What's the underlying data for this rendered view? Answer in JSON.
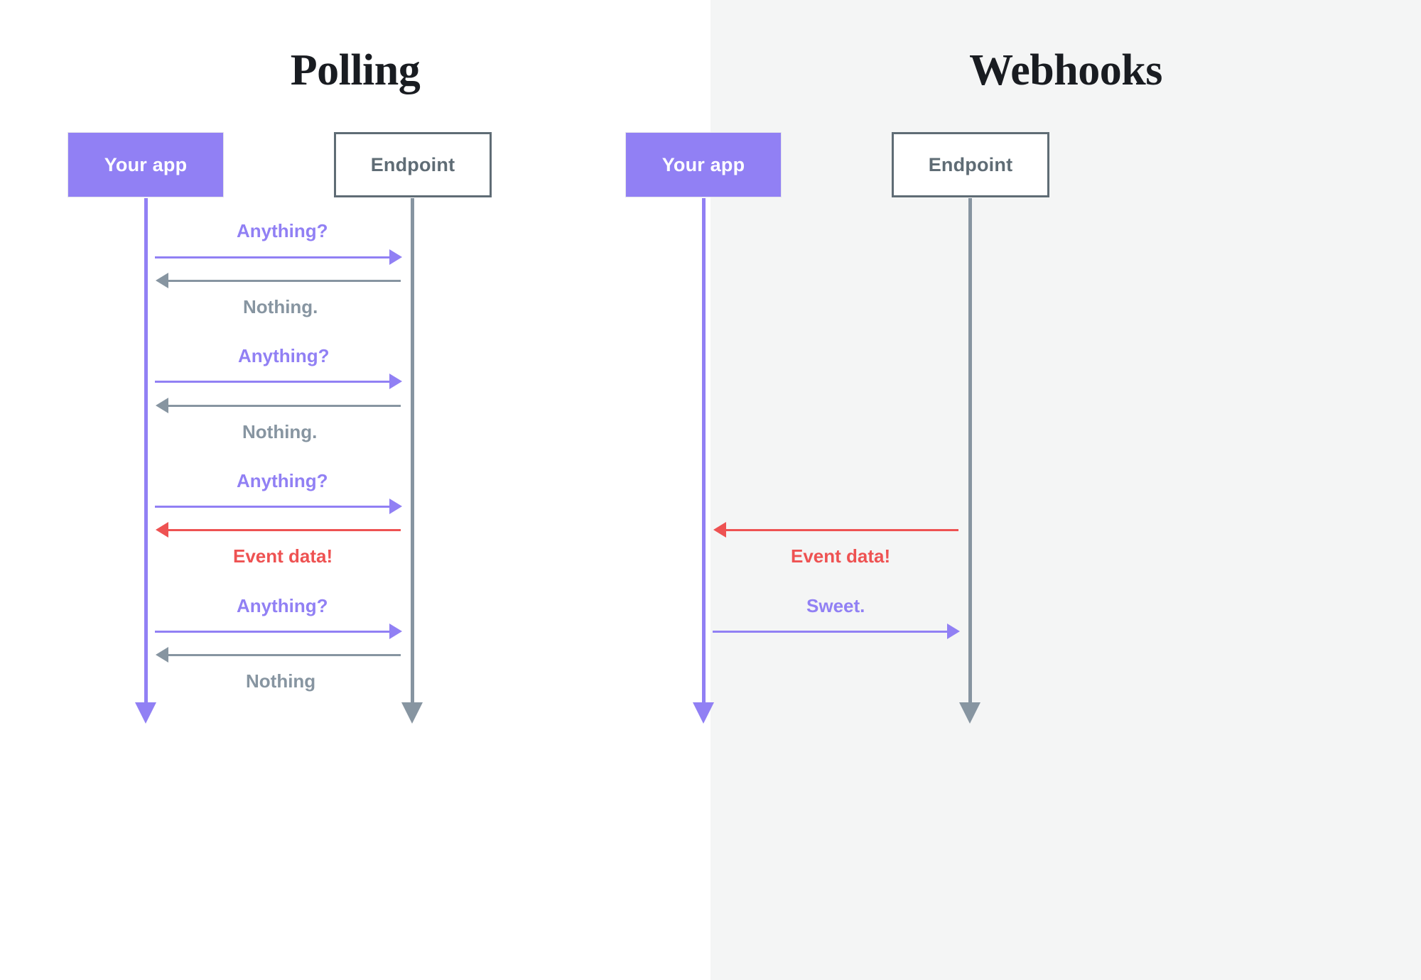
{
  "colors": {
    "purple": "#9180f4",
    "gray": "#8795a1",
    "red": "#ee5252",
    "endpoint_border": "#5f6c75",
    "panel_right_bg": "#f4f5f5",
    "panel_left_bg": "#ffffff",
    "title": "#191c21"
  },
  "panels": [
    {
      "id": "polling",
      "title": "Polling",
      "actors": [
        {
          "id": "app",
          "label": "Your app",
          "style": "filled-purple"
        },
        {
          "id": "endpoint",
          "label": "Endpoint",
          "style": "outlined-gray"
        }
      ],
      "messages": [
        {
          "label": "Anything?",
          "color": "purple",
          "direction": "right",
          "from": "app",
          "to": "endpoint"
        },
        {
          "label": "Nothing.",
          "color": "gray",
          "direction": "left",
          "from": "endpoint",
          "to": "app"
        },
        {
          "label": "Anything?",
          "color": "purple",
          "direction": "right",
          "from": "app",
          "to": "endpoint"
        },
        {
          "label": "Nothing.",
          "color": "gray",
          "direction": "left",
          "from": "endpoint",
          "to": "app"
        },
        {
          "label": "Anything?",
          "color": "purple",
          "direction": "right",
          "from": "app",
          "to": "endpoint"
        },
        {
          "label": "Event data!",
          "color": "red",
          "direction": "left",
          "from": "endpoint",
          "to": "app"
        },
        {
          "label": "Anything?",
          "color": "purple",
          "direction": "right",
          "from": "app",
          "to": "endpoint"
        },
        {
          "label": "Nothing",
          "color": "gray",
          "direction": "left",
          "from": "endpoint",
          "to": "app"
        }
      ]
    },
    {
      "id": "webhooks",
      "title": "Webhooks",
      "actors": [
        {
          "id": "app",
          "label": "Your app",
          "style": "filled-purple"
        },
        {
          "id": "endpoint",
          "label": "Endpoint",
          "style": "outlined-gray"
        }
      ],
      "messages": [
        {
          "label": "Event data!",
          "color": "red",
          "direction": "left",
          "from": "endpoint",
          "to": "app"
        },
        {
          "label": "Sweet.",
          "color": "purple",
          "direction": "right",
          "from": "app",
          "to": "endpoint"
        }
      ]
    }
  ]
}
